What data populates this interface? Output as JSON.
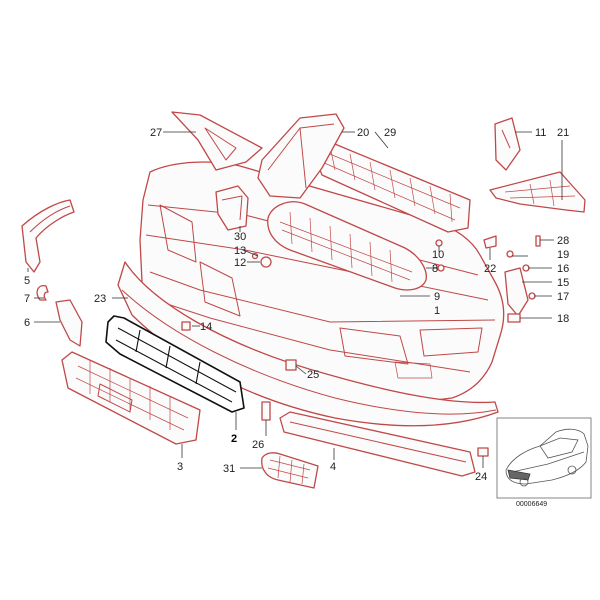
{
  "diagram_id": "00006649",
  "callouts": [
    {
      "key": "c27",
      "label": "27",
      "bold": false
    },
    {
      "key": "c20",
      "label": "20",
      "bold": false
    },
    {
      "key": "c29",
      "label": "29",
      "bold": false
    },
    {
      "key": "c11",
      "label": "11",
      "bold": false
    },
    {
      "key": "c21",
      "label": "21",
      "bold": false
    },
    {
      "key": "c30",
      "label": "30",
      "bold": false
    },
    {
      "key": "c13",
      "label": "13",
      "bold": false
    },
    {
      "key": "c12",
      "label": "12",
      "bold": false
    },
    {
      "key": "c10",
      "label": "10",
      "bold": false
    },
    {
      "key": "c8",
      "label": "8",
      "bold": false
    },
    {
      "key": "c28",
      "label": "28",
      "bold": false
    },
    {
      "key": "c19",
      "label": "19",
      "bold": false
    },
    {
      "key": "c22",
      "label": "22",
      "bold": false
    },
    {
      "key": "c16",
      "label": "16",
      "bold": false
    },
    {
      "key": "c15",
      "label": "15",
      "bold": false
    },
    {
      "key": "c17",
      "label": "17",
      "bold": false
    },
    {
      "key": "c18",
      "label": "18",
      "bold": false
    },
    {
      "key": "c5",
      "label": "5",
      "bold": false
    },
    {
      "key": "c7",
      "label": "7",
      "bold": false
    },
    {
      "key": "c6",
      "label": "6",
      "bold": false
    },
    {
      "key": "c23",
      "label": "23",
      "bold": false
    },
    {
      "key": "c14",
      "label": "14",
      "bold": false
    },
    {
      "key": "c9",
      "label": "9",
      "bold": false
    },
    {
      "key": "c1",
      "label": "1",
      "bold": false
    },
    {
      "key": "c25",
      "label": "25",
      "bold": false
    },
    {
      "key": "c2",
      "label": "2",
      "bold": true
    },
    {
      "key": "c26",
      "label": "26",
      "bold": false
    },
    {
      "key": "c3",
      "label": "3",
      "bold": false
    },
    {
      "key": "c31",
      "label": "31",
      "bold": false
    },
    {
      "key": "c4",
      "label": "4",
      "bold": false
    },
    {
      "key": "c24",
      "label": "24",
      "bold": false
    }
  ]
}
